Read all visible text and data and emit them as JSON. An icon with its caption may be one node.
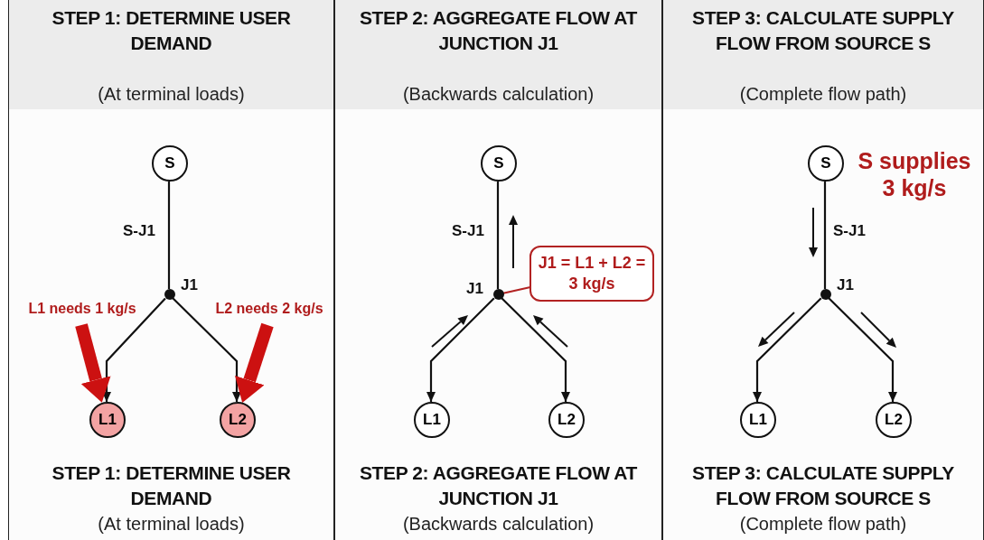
{
  "diagram": {
    "nodes": [
      {
        "text": [
          "STEP 1: DETERMINE USER DEMAND",
          "(At terminal loads)",
          "STEP 1: DETERMINE USER DEMAND",
          "(At terminal loads)"
        ]
      },
      {
        "text": [
          "S"
        ],
        "in": 0
      },
      {
        "text": [
          "J1"
        ],
        "in": 0
      },
      {
        "text": [
          "L1"
        ],
        "in": 0
      },
      {
        "text": [
          "L2"
        ],
        "in": 0
      },
      {
        "text": [
          "L1 needs 1 kg/s"
        ],
        "in": 0
      },
      {
        "text": [
          "L2 needs 2 kg/s"
        ],
        "in": 0
      },
      {
        "text": [
          "STEP 2: AGGREGATE FLOW AT JUNCTION J1",
          "(Backwards calculation)",
          "STEP 2: AGGREGATE FLOW AT JUNCTION J1",
          "(Backwards calculation)"
        ]
      },
      {
        "text": [
          "S"
        ],
        "in": 7
      },
      {
        "text": [
          "J1"
        ],
        "in": 7
      },
      {
        "text": [
          "L1"
        ],
        "in": 7
      },
      {
        "text": [
          "L2"
        ],
        "in": 7
      },
      {
        "text": [
          "J1 = L1 + L2 = 3 kg/s"
        ],
        "in": 7
      },
      {
        "text": [
          "STEP 3: CALCULATE SUPPLY FLOW FROM SOURCE S",
          "(Complete flow path)",
          "STEP 3: CALCULATE SUPPLY FLOW FROM SOURCE S",
          "(Complete flow path)"
        ]
      },
      {
        "text": [
          "S"
        ],
        "in": 13,
        "beside": [
          "S supplies 3 kg/s"
        ]
      },
      {
        "text": [
          "J1"
        ],
        "in": 13
      },
      {
        "text": [
          "L1"
        ],
        "in": 13
      },
      {
        "text": [
          "L2"
        ],
        "in": 13
      }
    ],
    "edges": [
      {
        "from": 1,
        "to": 2,
        "arrow": "none",
        "label": "S-J1"
      },
      {
        "from": 2,
        "to": 3,
        "arrow": "to"
      },
      {
        "from": 2,
        "to": 4,
        "arrow": "to"
      },
      {
        "from": 5,
        "to": 3,
        "arrow": "to",
        "style": "thick",
        "color": "#cc1111"
      },
      {
        "from": 6,
        "to": 4,
        "arrow": "to",
        "style": "thick",
        "color": "#cc1111"
      },
      {
        "from": 8,
        "to": 9,
        "arrow": "none",
        "label": "S-J1"
      },
      {
        "from": 9,
        "to": 10,
        "arrow": "to"
      },
      {
        "from": 9,
        "to": 11,
        "arrow": "to"
      },
      {
        "from": 12,
        "to": 9,
        "arrow": "none",
        "color": "#b22222"
      },
      {
        "from": 14,
        "to": 15,
        "arrow": "none",
        "label": "S-J1"
      },
      {
        "from": 15,
        "to": 16,
        "arrow": "to"
      },
      {
        "from": 15,
        "to": 17,
        "arrow": "to"
      }
    ]
  }
}
